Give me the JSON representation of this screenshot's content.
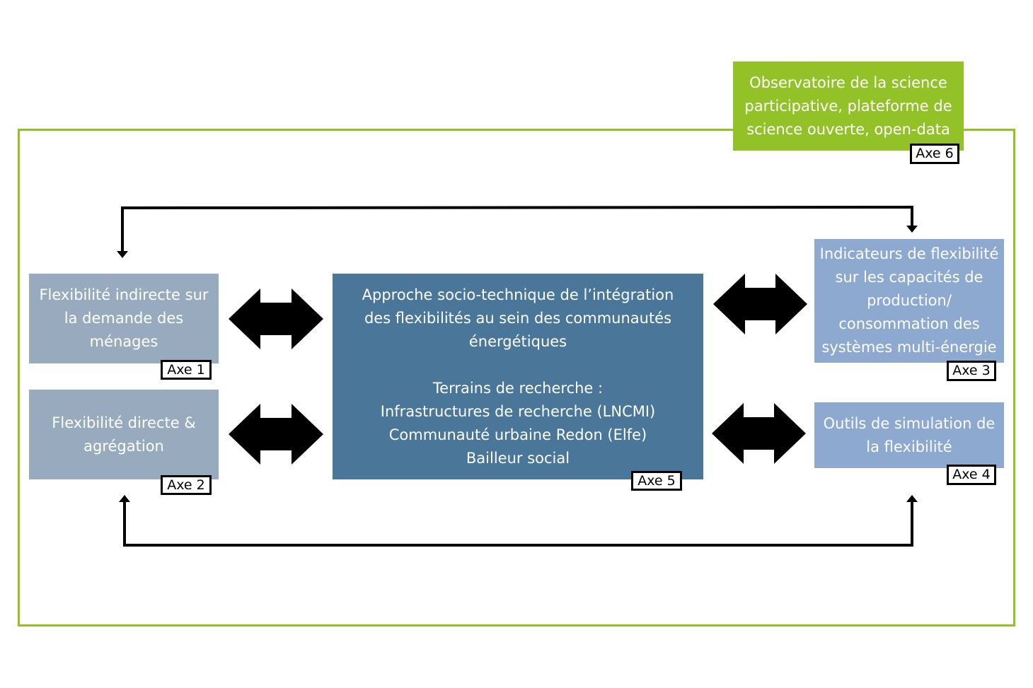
{
  "observatory": {
    "lines": [
      "Observatoire de la science",
      "participative, plateforme de",
      "science ouverte, open-data"
    ],
    "tag": "Axe 6"
  },
  "axis1": {
    "lines": [
      "Flexibilité indirecte sur",
      "la demande des",
      "ménages"
    ],
    "tag": "Axe 1"
  },
  "axis2": {
    "lines": [
      "Flexibilité directe &",
      "agrégation"
    ],
    "tag": "Axe 2"
  },
  "axis3": {
    "lines": [
      "Indicateurs de flexibilité",
      "sur les capacités de",
      "production/",
      "consommation des",
      "systèmes multi-énergie"
    ],
    "tag": "Axe 3"
  },
  "axis4": {
    "lines": [
      "Outils de simulation de",
      "la flexibilité"
    ],
    "tag": "Axe 4"
  },
  "axis5": {
    "lines": [
      "Approche socio-technique de l’intégration",
      "des flexibilités au sein des communautés",
      "énergétiques",
      "",
      "Terrains de recherche :",
      "Infrastructures de recherche (LNCMI)",
      "Communauté urbaine Redon (Elfe)",
      "Bailleur social"
    ],
    "tag": "Axe 5"
  },
  "colors": {
    "frame": "#93c128",
    "axis1_2": "#98abbe",
    "axis3_4": "#8ea9d0",
    "axis5": "#4a7699",
    "observatory": "#93c128"
  }
}
